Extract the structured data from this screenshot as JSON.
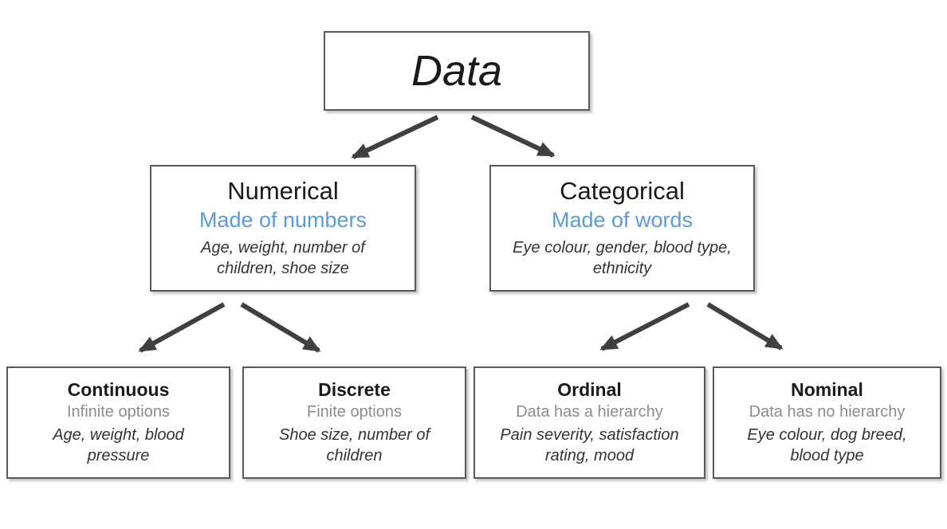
{
  "nodes": {
    "data": {
      "title": "Data"
    },
    "numerical": {
      "title": "Numerical",
      "subtitle": "Made of numbers",
      "examples": "Age, weight, number of children, shoe size"
    },
    "categorical": {
      "title": "Categorical",
      "subtitle": "Made of words",
      "examples": "Eye colour, gender, blood type, ethnicity"
    },
    "continuous": {
      "title": "Continuous",
      "subtitle": "Infinite options",
      "examples": "Age, weight, blood pressure"
    },
    "discrete": {
      "title": "Discrete",
      "subtitle": "Finite options",
      "examples": "Shoe size, number of children"
    },
    "ordinal": {
      "title": "Ordinal",
      "subtitle": "Data has a hierarchy",
      "examples": "Pain severity, satisfaction rating, mood"
    },
    "nominal": {
      "title": "Nominal",
      "subtitle": "Data has no hierarchy",
      "examples": "Eye colour, dog breed, blood type"
    }
  },
  "edges": [
    {
      "from": "data",
      "to": "numerical"
    },
    {
      "from": "data",
      "to": "categorical"
    },
    {
      "from": "numerical",
      "to": "continuous"
    },
    {
      "from": "numerical",
      "to": "discrete"
    },
    {
      "from": "categorical",
      "to": "ordinal"
    },
    {
      "from": "categorical",
      "to": "nominal"
    }
  ],
  "colors": {
    "background": "#FFFFFF",
    "box_border": "#595959",
    "title_text": "#1A1A1A",
    "subtitle_blue": "#5B9BD5",
    "subtitle_gray": "#8C8C8C",
    "example_text": "#333333",
    "arrow": "#404040"
  }
}
